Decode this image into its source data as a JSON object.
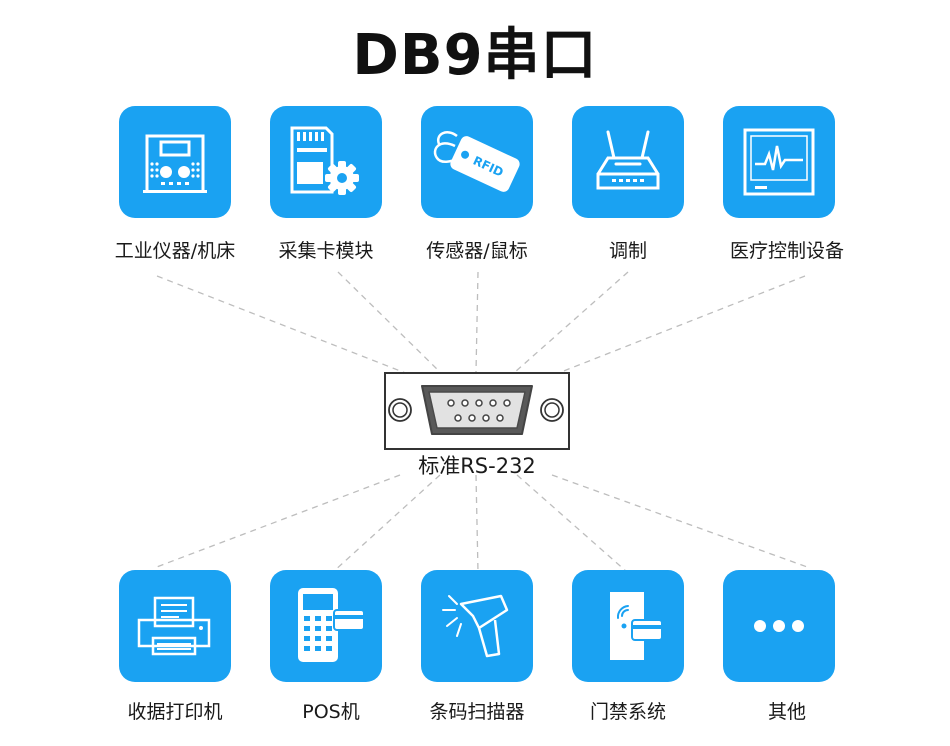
{
  "title": "DB9串口",
  "center": {
    "label": "标准RS-232"
  },
  "top_devices": [
    {
      "label": "工业仪器/机床",
      "icon": "industrial-instrument-icon"
    },
    {
      "label": "采集卡模块",
      "icon": "sd-card-gear-icon"
    },
    {
      "label": "传感器/鼠标",
      "icon": "rfid-tag-icon",
      "tag_text": "RFID"
    },
    {
      "label": "调制",
      "icon": "modem-router-icon"
    },
    {
      "label": "医疗控制设备",
      "icon": "medical-monitor-icon"
    }
  ],
  "bottom_devices": [
    {
      "label": "收据打印机",
      "icon": "printer-icon"
    },
    {
      "label": "POS机",
      "icon": "pos-terminal-icon"
    },
    {
      "label": "条码扫描器",
      "icon": "barcode-scanner-icon"
    },
    {
      "label": "门禁系统",
      "icon": "access-control-icon"
    },
    {
      "label": "其他",
      "icon": "more-dots-icon"
    }
  ],
  "colors": {
    "tile": "#1aa2f2",
    "icon": "#ffffff",
    "line": "#bdbdbd"
  }
}
